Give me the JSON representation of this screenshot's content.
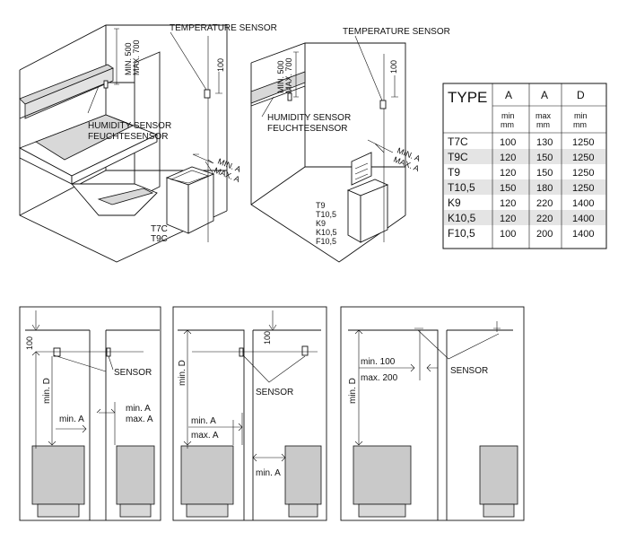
{
  "labels": {
    "temperature_sensor": "TEMPERATURE SENSOR",
    "humidity_sensor": "HUMIDITY SENSOR",
    "feuchtesensor": "FEUCHTESENSOR",
    "min_500": "MIN. 500",
    "max_700": "MAX. 700",
    "v100": "100",
    "min_a": "MIN. A",
    "max_a": "MAX. A",
    "sensor": "SENSOR",
    "min_a_lc": "min. A",
    "max_a_lc": "max. A",
    "min_d": "min. D",
    "min_100": "min. 100",
    "max_200": "max. 200"
  },
  "heater_models_left": [
    "T7C",
    "T9C"
  ],
  "heater_models_right": [
    "T9",
    "T10,5",
    "K9",
    "K10,5",
    "F10,5"
  ],
  "table": {
    "headers": [
      "TYPE",
      "A",
      "A",
      "D"
    ],
    "subheaders": [
      [
        "min",
        "mm"
      ],
      [
        "max",
        "mm"
      ],
      [
        "min",
        "mm"
      ]
    ],
    "rows": [
      [
        "T7C",
        "100",
        "130",
        "1250"
      ],
      [
        "T9C",
        "120",
        "150",
        "1250"
      ],
      [
        "T9",
        "120",
        "150",
        "1250"
      ],
      [
        "T10,5",
        "150",
        "180",
        "1250"
      ],
      [
        "K9",
        "120",
        "220",
        "1400"
      ],
      [
        "K10,5",
        "120",
        "220",
        "1400"
      ],
      [
        "F10,5",
        "100",
        "200",
        "1400"
      ]
    ]
  },
  "colors": {
    "line": "#111111",
    "shade": "#d8d8d8",
    "row_shade": "#e4e4e4"
  }
}
